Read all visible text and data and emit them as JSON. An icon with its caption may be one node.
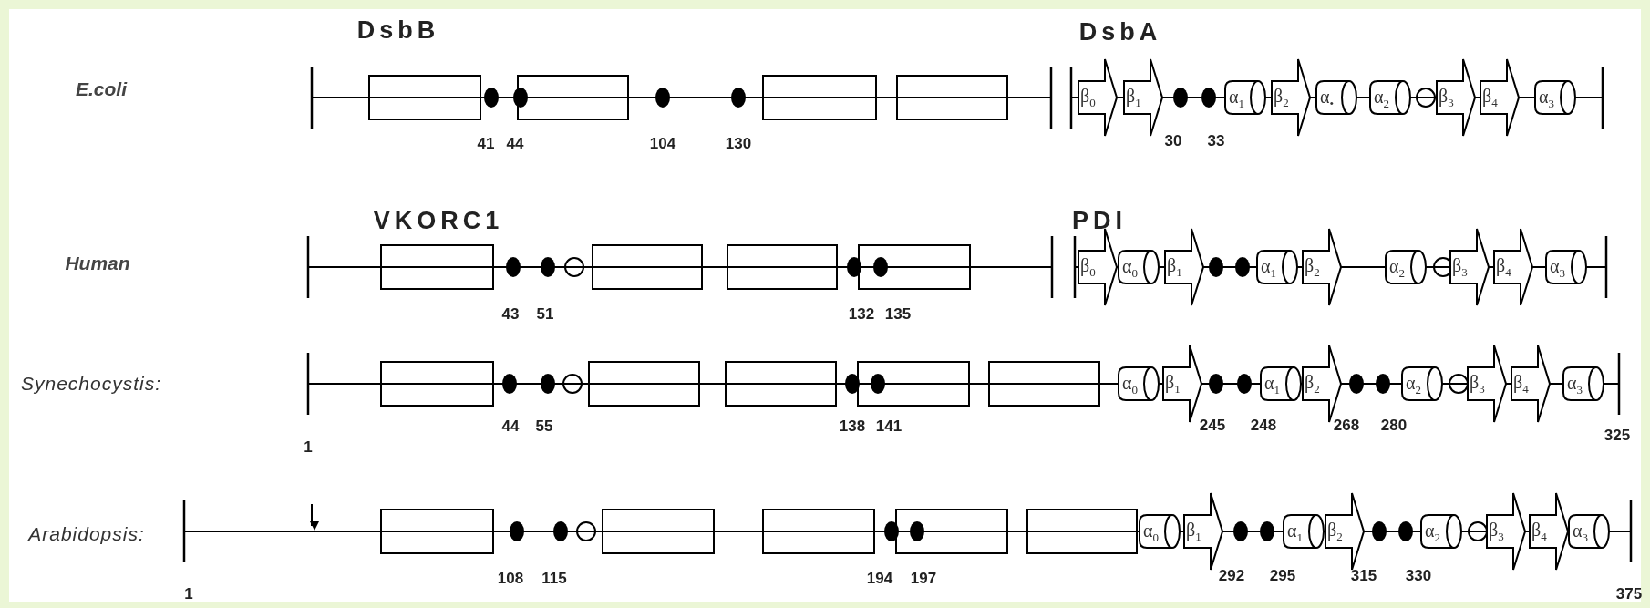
{
  "diagram": {
    "nodes": [
      {
        "text": [
          "β$_{0}$"
        ]
      },
      {
        "text": [
          "β$_{1}$"
        ]
      },
      {
        "text": [
          "α$_{1}$"
        ]
      },
      {
        "text": [
          "β$_{2}$"
        ]
      },
      {
        "text": [
          "α$_{•}$"
        ]
      },
      {
        "text": [
          "α$_{2}$"
        ]
      },
      {
        "text": [
          "β$_{3}$"
        ]
      },
      {
        "text": [
          "β$_{4}$"
        ]
      },
      {
        "text": [
          "α$_{3}$"
        ]
      },
      {
        "text": [
          "β$_{0}$"
        ]
      },
      {
        "text": [
          "α$_{0}$"
        ]
      },
      {
        "text": [
          "β$_{1}$"
        ]
      },
      {
        "text": [
          "α$_{1}$"
        ]
      },
      {
        "text": [
          "β$_{2}$"
        ]
      },
      {
        "text": [
          "α$_{2}$"
        ]
      },
      {
        "text": [
          "β$_{3}$"
        ]
      },
      {
        "text": [
          "β$_{4}$"
        ]
      },
      {
        "text": [
          "α$_{3}$"
        ]
      },
      {
        "text": [
          "α$_{0}$"
        ]
      },
      {
        "text": [
          "β$_{1}$"
        ]
      },
      {
        "text": [
          "α$_{1}$"
        ]
      },
      {
        "text": [
          "β$_{2}$"
        ]
      },
      {
        "text": [
          "α$_{2}$"
        ]
      },
      {
        "text": [
          "β$_{3}$"
        ]
      },
      {
        "text": [
          "β$_{4}$"
        ]
      },
      {
        "text": [
          "α$_{3}$"
        ]
      },
      {
        "text": [
          "α$_{0}$"
        ]
      },
      {
        "text": [
          "β$_{1}$"
        ]
      },
      {
        "text": [
          "α$_{1}$"
        ]
      },
      {
        "text": [
          "β$_{2}$"
        ]
      },
      {
        "text": [
          "α$_{2}$"
        ]
      },
      {
        "text": [
          "β$_{3}$"
        ]
      },
      {
        "text": [
          "β$_{4}$"
        ]
      },
      {
        "text": [
          "α$_{3}$"
        ]
      }
    ],
    "labels": [
      "DsbB",
      "DsbA",
      "E.coli",
      "41",
      "44",
      "104",
      "130",
      "30",
      "33",
      "VKORC1",
      "PDI",
      "Human",
      "43",
      "51",
      "132",
      "135",
      "Synechocystis:",
      "44",
      "55",
      "138",
      "141",
      "245",
      "248",
      "268",
      "280",
      "1",
      "325",
      "Arabidopsis:",
      "108",
      "115",
      "194",
      "197",
      "292",
      "295",
      "315",
      "330",
      "1",
      "375"
    ]
  }
}
